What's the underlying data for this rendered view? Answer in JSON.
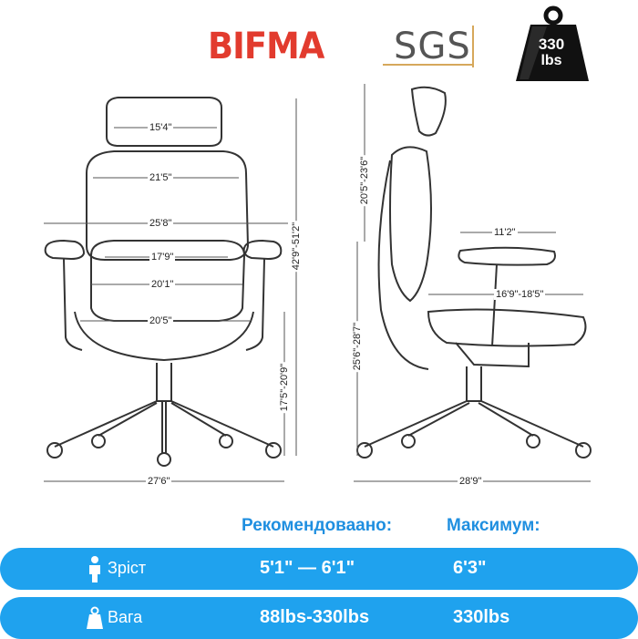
{
  "logos": {
    "bifma": "BIFMA",
    "sgs": "SGS",
    "weight_badge": {
      "value": "330",
      "unit": "lbs"
    }
  },
  "dimensions": {
    "headrest_width": "15'4\"",
    "backrest_upper_width": "21'5\"",
    "backrest_width": "25'8\"",
    "seat_back_width": "17'9\"",
    "seat_width": "20'1\"",
    "armrest_inner_width": "20'5\"",
    "base_width": "27'6\"",
    "total_height": "42'9\"-51'2\"",
    "seat_height": "17'5\"-20'9\"",
    "headrest_height": "20'5\"-23'6\"",
    "armrest_height": "25'6\"-28'7\"",
    "armrest_length": "11'2\"",
    "seat_depth": "16'9\"-18'5\"",
    "base_depth": "28'9\""
  },
  "table": {
    "recommended_heading": "Рекомендоваано:",
    "maximum_heading": "Максимум:",
    "rows": [
      {
        "label": "Зріст",
        "recommended": "5'1\" — 6'1\"",
        "maximum": "6'3\"",
        "icon": "person-icon"
      },
      {
        "label": "Вага",
        "recommended": "88lbs-330lbs",
        "maximum": "330lbs",
        "icon": "weight-icon"
      }
    ]
  },
  "colors": {
    "bifma_red": "#e23b2e",
    "accent_blue": "#1fa2ee",
    "heading_blue": "#1f8fe0"
  }
}
